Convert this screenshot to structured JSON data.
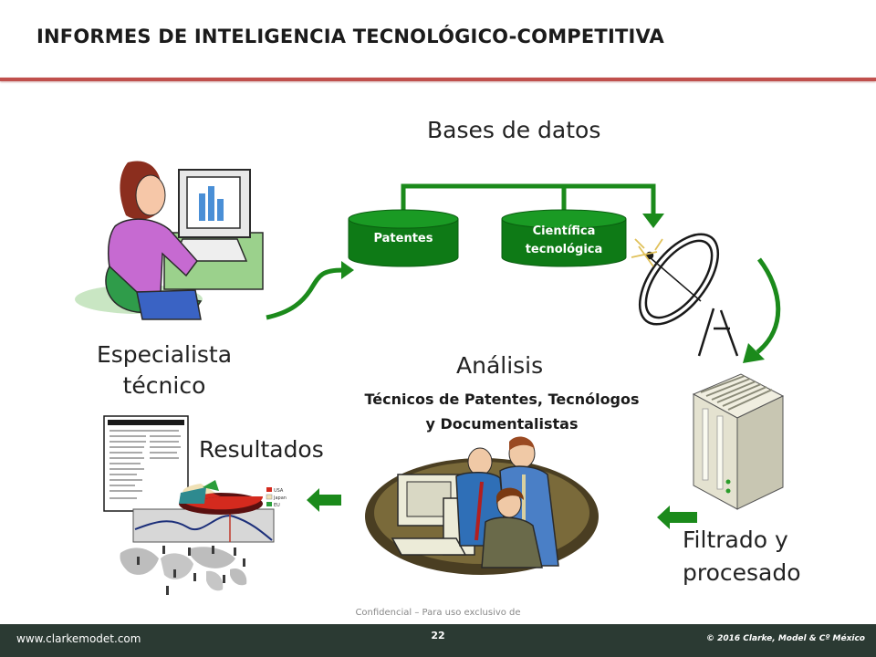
{
  "title": "INFORMES DE INTELIGENCIA TECNOLÓGICO-COMPETITIVA",
  "labels": {
    "databases": "Bases de datos",
    "db_patents": "Patentes",
    "db_science_line1": "Científica",
    "db_science_line2": "tecnológica",
    "specialist_line1": "Especialista",
    "specialist_line2": "técnico",
    "analysis": "Análisis",
    "analysis_sub_line1": "Técnicos de Patentes, Tecnólogos",
    "analysis_sub_line2": "y Documentalistas",
    "results": "Resultados",
    "filter_line1": "Filtrado y",
    "filter_line2": "procesado"
  },
  "legend": {
    "usa": "USA",
    "japan": "Japan",
    "eu": "EU"
  },
  "confidential": "Confidencial – Para uso exclusivo de",
  "footer": {
    "url": "www.clarkemodet.com",
    "page": "22",
    "copyright": "© 2016 Clarke, Model & Cº México"
  },
  "colors": {
    "accent_red": "#c0504d",
    "flow_green": "#1b8a1b",
    "db_green": "#0e7a16",
    "footer_bg": "#2b3a33"
  }
}
